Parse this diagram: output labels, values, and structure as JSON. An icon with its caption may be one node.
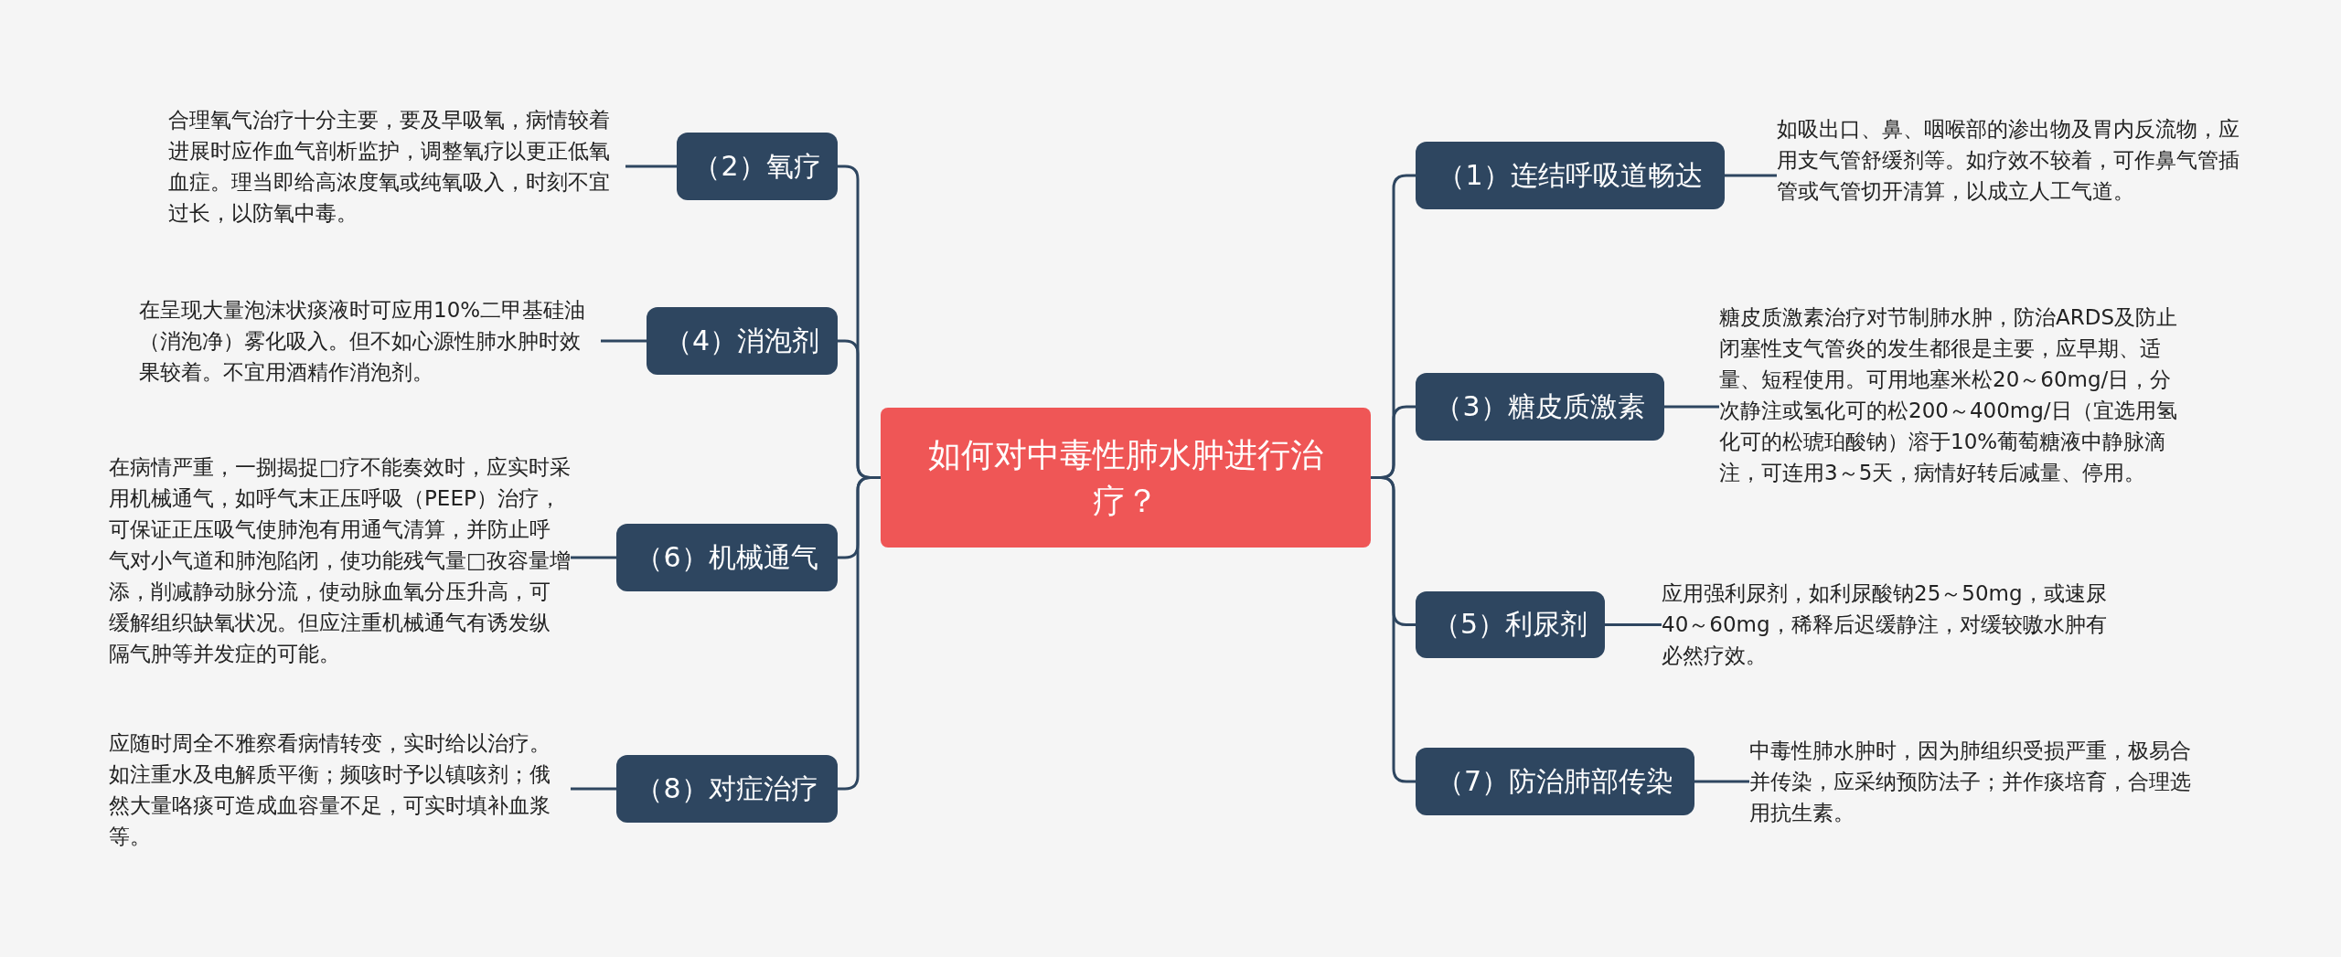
{
  "diagram": {
    "nodes": [
      {
        "text": [
          "如何对中毒性肺水肿进行治疗？"
        ]
      },
      {
        "text": [
          "（1）连结呼吸道畅达"
        ]
      },
      {
        "text": [
          "如吸出口、鼻、咽喉部的渗出物及胃内反流物，应用支气管舒缓剂等。如疗效不较着，可作鼻气管插管或气管切开清算，以成立人工气道。"
        ]
      },
      {
        "text": [
          "（2）氧疗"
        ]
      },
      {
        "text": [
          "合理氧气治疗十分主要，要及早吸氧，病情较着进展时应作血气剖析监护，调整氧疗以更正低氧血症。理当即给高浓度氧或纯氧吸入，时刻不宜过长，以防氧中毒。"
        ]
      },
      {
        "text": [
          "（3）糖皮质激素"
        ]
      },
      {
        "text": [
          "糖皮质激素治疗对节制肺水肿，防治ARDS及防止闭塞性支气管炎的发生都很是主要，应早期、适量、短程使用。可用地塞米松20～60mg/日，分次静注或氢化可的松200～400mg/日（宜选用氢化可的松琥珀酸钠）溶于10%葡萄糖液中静脉滴注，可连用3～5天，病情好转后减量、停用。"
        ]
      },
      {
        "text": [
          "（4）消泡剂"
        ]
      },
      {
        "text": [
          "在呈现大量泡沫状痰液时可应用10%二甲基硅油（消泡净）雾化吸入。但不如心源性肺水肿时效果较着。不宜用酒精作消泡剂。"
        ]
      },
      {
        "text": [
          "（5）利尿剂"
        ]
      },
      {
        "text": [
          "应用强利尿剂，如利尿酸钠25～50mg，或速尿40～60mg，稀释后迟缓静注，对缓较嗷水肿有必然疗效。"
        ]
      },
      {
        "text": [
          "（6）机械通气"
        ]
      },
      {
        "text": [
          "在病情严重，一捌揭捉□疗不能奏效时，应实时采用机械通气，如呼气末正压呼吸（PEEP）治疗，可保证正压吸气使肺泡有用通气清算，并防止呼气对小气道和肺泡陷闭，使功能残气量□孜容量增添，削减静动脉分流，使动脉血氧分压升高，可缓解组织缺氧状况。但应注重机械通气有诱发纵隔气肿等并发症的可能。"
        ]
      },
      {
        "text": [
          "（7）防治肺部传染"
        ]
      },
      {
        "text": [
          "中毒性肺水肿时，因为肺组织受损严重，极易合并传染，应采纳预防法子；并作痰培育，合理选用抗生素。"
        ]
      },
      {
        "text": [
          "（8）对症治疗"
        ]
      },
      {
        "text": [
          "应随时周全不雅察看病情转变，实时给以治疗。如注重水及电解质平衡；频咳时予以镇咳剂；俄然大量咯痰可造成血容量不足，可实时填补血浆等。"
        ]
      }
    ],
    "edges": [
      {
        "from": 0,
        "to": 1,
        "arrow": "none"
      },
      {
        "from": 1,
        "to": 2,
        "arrow": "none"
      },
      {
        "from": 0,
        "to": 3,
        "arrow": "none"
      },
      {
        "from": 3,
        "to": 4,
        "arrow": "none"
      },
      {
        "from": 0,
        "to": 5,
        "arrow": "none"
      },
      {
        "from": 5,
        "to": 6,
        "arrow": "none"
      },
      {
        "from": 0,
        "to": 7,
        "arrow": "none"
      },
      {
        "from": 7,
        "to": 8,
        "arrow": "none"
      },
      {
        "from": 0,
        "to": 9,
        "arrow": "none"
      },
      {
        "from": 9,
        "to": 10,
        "arrow": "none"
      },
      {
        "from": 0,
        "to": 11,
        "arrow": "none"
      },
      {
        "from": 11,
        "to": 12,
        "arrow": "none"
      },
      {
        "from": 0,
        "to": 13,
        "arrow": "none"
      },
      {
        "from": 13,
        "to": 14,
        "arrow": "none"
      },
      {
        "from": 0,
        "to": 15,
        "arrow": "none"
      },
      {
        "from": 15,
        "to": 16,
        "arrow": "none"
      }
    ]
  }
}
